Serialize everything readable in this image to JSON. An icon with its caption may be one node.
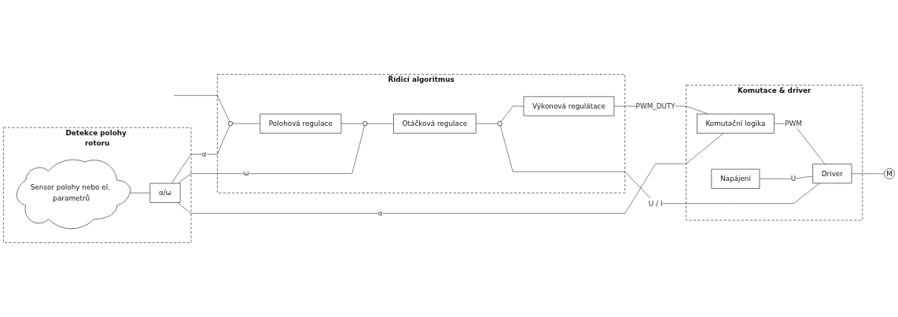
{
  "diagram": {
    "nodes": [
      {
        "text": [
          "Řídicí algoritmus"
        ]
      },
      {
        "text": [],
        "shape": "circle",
        "in": 0
      },
      {
        "text": [
          "Polohová regulace"
        ],
        "in": 0
      },
      {
        "text": [],
        "shape": "circle",
        "in": 0
      },
      {
        "text": [
          "Otáčková regulace"
        ],
        "in": 0
      },
      {
        "text": [],
        "shape": "circle",
        "in": 0
      },
      {
        "text": [
          "Výkonová regulátace"
        ],
        "in": 0
      },
      {
        "text": [
          "Komutace & driver"
        ]
      },
      {
        "text": [
          "Napájení"
        ],
        "in": 7
      },
      {
        "text": [
          "Komutační logika"
        ],
        "in": 7
      },
      {
        "text": [
          "Driver"
        ],
        "in": 7
      },
      {
        "text": [
          "M"
        ]
      },
      {
        "text": [
          "Detekce polohy rotoru"
        ]
      },
      {
        "text": [
          "α/ω"
        ],
        "in": 12
      },
      {
        "text": [
          "Sensor polohy nebo el. parametrů"
        ],
        "in": 12
      }
    ],
    "edges": [
      {
        "from": null,
        "to": 1,
        "arrow": "none"
      },
      {
        "from": 1,
        "to": 2,
        "arrow": "none"
      },
      {
        "from": 2,
        "to": 3,
        "arrow": "none"
      },
      {
        "from": 3,
        "to": 4,
        "arrow": "none"
      },
      {
        "from": 4,
        "to": 5,
        "arrow": "none"
      },
      {
        "from": 5,
        "to": 6,
        "arrow": "none"
      },
      {
        "from": 6,
        "to": 9,
        "label": "PWM_DUTY",
        "arrow": "none"
      },
      {
        "from": 9,
        "to": 10,
        "label": "PWM",
        "arrow": "none"
      },
      {
        "from": 8,
        "to": 10,
        "label": "U",
        "arrow": "none"
      },
      {
        "from": 10,
        "to": 11,
        "arrow": "none"
      },
      {
        "from": 10,
        "to": 5,
        "label": "U / I",
        "arrow": "none"
      },
      {
        "from": 13,
        "to": 3,
        "label": "ω",
        "arrow": "none"
      },
      {
        "from": 13,
        "to": 1,
        "label": "α",
        "arrow": "none"
      },
      {
        "from": 13,
        "to": 9,
        "label": "α",
        "arrow": "none"
      },
      {
        "from": 14,
        "to": 13,
        "arrow": "none"
      }
    ]
  }
}
